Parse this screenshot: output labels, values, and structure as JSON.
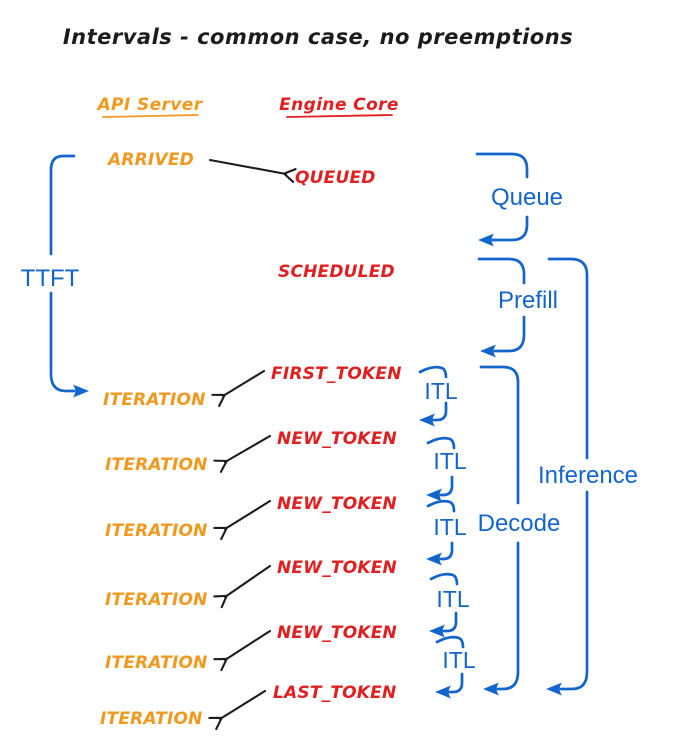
{
  "title": "Intervals - common case, no preemptions",
  "columns": {
    "api_server": "API Server",
    "engine_core": "Engine Core"
  },
  "api_server_events": [
    "ARRIVED",
    "ITERATION",
    "ITERATION",
    "ITERATION",
    "ITERATION",
    "ITERATION",
    "ITERATION"
  ],
  "engine_core_events": [
    "QUEUED",
    "SCHEDULED",
    "FIRST_TOKEN",
    "NEW_TOKEN",
    "NEW_TOKEN",
    "NEW_TOKEN",
    "NEW_TOKEN",
    "LAST_TOKEN"
  ],
  "intervals": {
    "ttft": "TTFT",
    "queue": "Queue",
    "prefill": "Prefill",
    "decode": "Decode",
    "inference": "Inference",
    "itl": [
      "ITL",
      "ITL",
      "ITL",
      "ITL",
      "ITL"
    ]
  },
  "colors": {
    "api_server_orange": "#F0991E",
    "engine_core_red": "#E02020",
    "interval_blue": "#1365CB",
    "arrow_black": "#1C1C1C",
    "background": "#FFFFFF"
  }
}
